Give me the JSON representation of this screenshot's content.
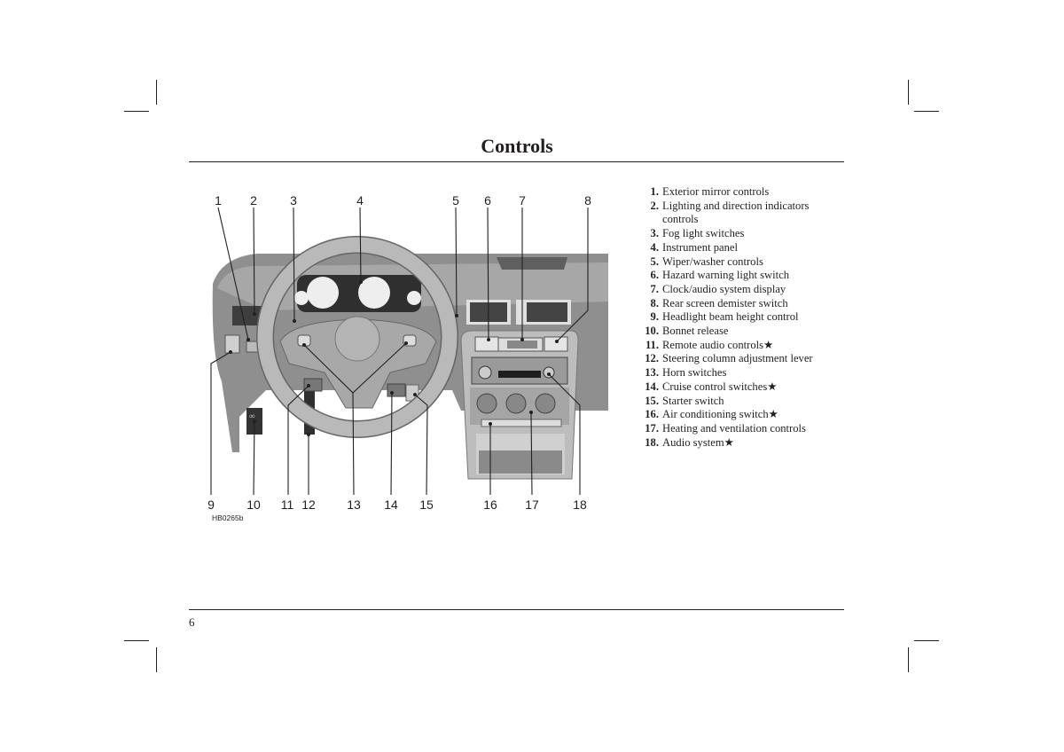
{
  "page": {
    "title": "Controls",
    "page_number": "6"
  },
  "figure": {
    "code": "HB0265b",
    "callouts": [
      "1",
      "2",
      "3",
      "4",
      "5",
      "6",
      "7",
      "8",
      "9",
      "10",
      "11",
      "12",
      "13",
      "14",
      "15",
      "16",
      "17",
      "18"
    ]
  },
  "legend": [
    {
      "num": "1.",
      "text": "Exterior mirror controls"
    },
    {
      "num": "2.",
      "text": "Lighting and direction indicators controls"
    },
    {
      "num": "3.",
      "text": "Fog light switches"
    },
    {
      "num": "4.",
      "text": "Instrument panel"
    },
    {
      "num": "5.",
      "text": "Wiper/washer controls"
    },
    {
      "num": "6.",
      "text": "Hazard warning light switch"
    },
    {
      "num": "7.",
      "text": "Clock/audio system display"
    },
    {
      "num": "8.",
      "text": "Rear screen demister switch"
    },
    {
      "num": "9.",
      "text": "Headlight beam height control"
    },
    {
      "num": "10.",
      "text": "Bonnet release"
    },
    {
      "num": "11.",
      "text": "Remote audio controls★"
    },
    {
      "num": "12.",
      "text": "Steering column adjustment lever"
    },
    {
      "num": "13.",
      "text": "Horn switches"
    },
    {
      "num": "14.",
      "text": "Cruise control switches★"
    },
    {
      "num": "15.",
      "text": "Starter switch"
    },
    {
      "num": "16.",
      "text": "Air conditioning switch★"
    },
    {
      "num": "17.",
      "text": "Heating and ventilation controls"
    },
    {
      "num": "18.",
      "text": "Audio system★"
    }
  ]
}
